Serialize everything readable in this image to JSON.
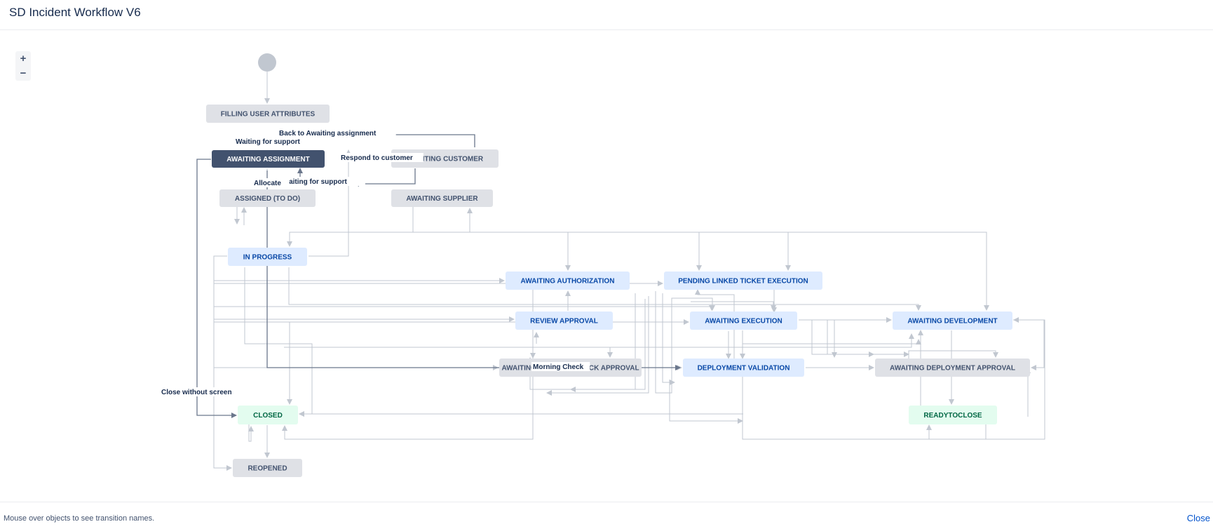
{
  "header": {
    "title": "SD Incident Workflow V6"
  },
  "zoom": {
    "in_label": "+",
    "out_label": "−"
  },
  "footer": {
    "hint": "Mouse over objects to see transition names.",
    "close_label": "Close"
  },
  "colors": {
    "todo_fill": "#dfe1e6",
    "todo_text": "#42526e",
    "progress_fill": "#deebff",
    "progress_text": "#0747a6",
    "done_fill": "#e3fcef",
    "done_text": "#006644",
    "selected_fill": "#42526e",
    "selected_text": "#ffffff",
    "line": "#c1c7d0",
    "line_dark": "#6b778c"
  },
  "diagram": {
    "start_marker": "start-circle",
    "statuses": [
      {
        "id": "filling",
        "label": "FILLING USER ATTRIBUTES",
        "category": "todo"
      },
      {
        "id": "awaiting_assignment",
        "label": "AWAITING ASSIGNMENT",
        "category": "selected"
      },
      {
        "id": "awaiting_customer",
        "label": "AWAITING CUSTOMER",
        "category": "todo"
      },
      {
        "id": "assigned",
        "label": "ASSIGNED (TO DO)",
        "category": "todo"
      },
      {
        "id": "awaiting_supplier",
        "label": "AWAITING SUPPLIER",
        "category": "todo"
      },
      {
        "id": "in_progress",
        "label": "IN PROGRESS",
        "category": "progress"
      },
      {
        "id": "awaiting_authorization",
        "label": "AWAITING AUTHORIZATION",
        "category": "progress"
      },
      {
        "id": "pending_linked",
        "label": "PENDING LINKED TICKET EXECUTION",
        "category": "progress"
      },
      {
        "id": "review_approval",
        "label": "REVIEW APPROVAL",
        "category": "progress"
      },
      {
        "id": "awaiting_execution",
        "label": "AWAITING EXECUTION",
        "category": "progress"
      },
      {
        "id": "awaiting_development",
        "label": "AWAITING DEVELOPMENT",
        "category": "progress"
      },
      {
        "id": "awaiting_morning_check",
        "label": "AWAITING MORNING CHECK APPROVAL",
        "category": "todo"
      },
      {
        "id": "deployment_validation",
        "label": "DEPLOYMENT VALIDATION",
        "category": "progress"
      },
      {
        "id": "awaiting_deployment_approval",
        "label": "AWAITING DEPLOYMENT APPROVAL",
        "category": "todo"
      },
      {
        "id": "closed",
        "label": "CLOSED",
        "category": "done"
      },
      {
        "id": "readytoclose",
        "label": "READYTOCLOSE",
        "category": "done"
      },
      {
        "id": "reopened",
        "label": "REOPENED",
        "category": "todo"
      }
    ],
    "transition_labels": [
      "Back to Awaiting assignment",
      "Waiting for support",
      "Respond to customer",
      "Waiting for support",
      "Allocate",
      "Close without screen",
      "Morning Check"
    ]
  }
}
